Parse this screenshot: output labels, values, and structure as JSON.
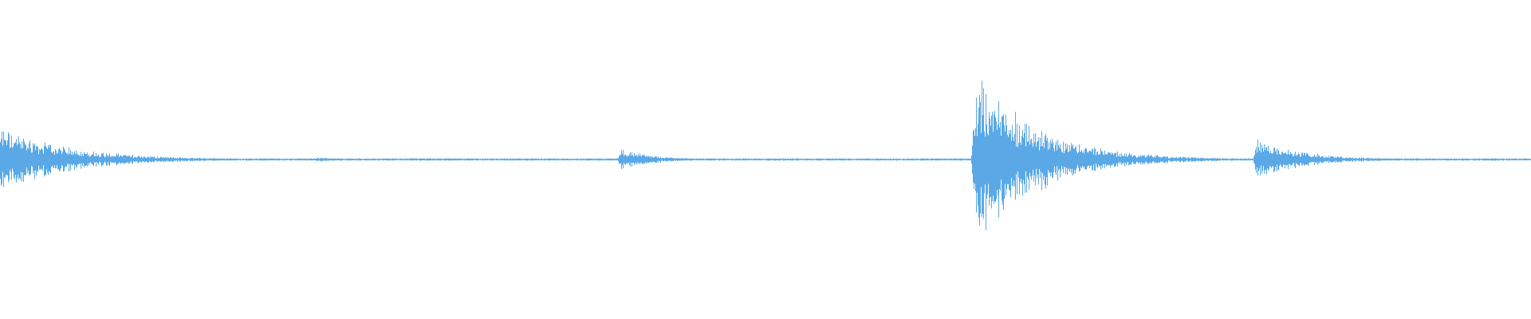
{
  "colors": {
    "background": "#ffffff",
    "waveform": "#5aa9e6"
  },
  "waveform": {
    "bursts": [
      {
        "time": 0.0,
        "peak": 0.22,
        "decay": 0.045
      },
      {
        "time": 0.138,
        "peak": 0.01,
        "decay": 0.01
      },
      {
        "time": 0.208,
        "peak": 0.018,
        "decay": 0.012
      },
      {
        "time": 0.293,
        "peak": 0.01,
        "decay": 0.01
      },
      {
        "time": 0.406,
        "peak": 0.075,
        "decay": 0.02
      },
      {
        "time": 0.637,
        "peak": 0.58,
        "decay": 0.04
      },
      {
        "time": 0.821,
        "peak": 0.14,
        "decay": 0.03
      }
    ],
    "noise_floor": 0.008
  }
}
